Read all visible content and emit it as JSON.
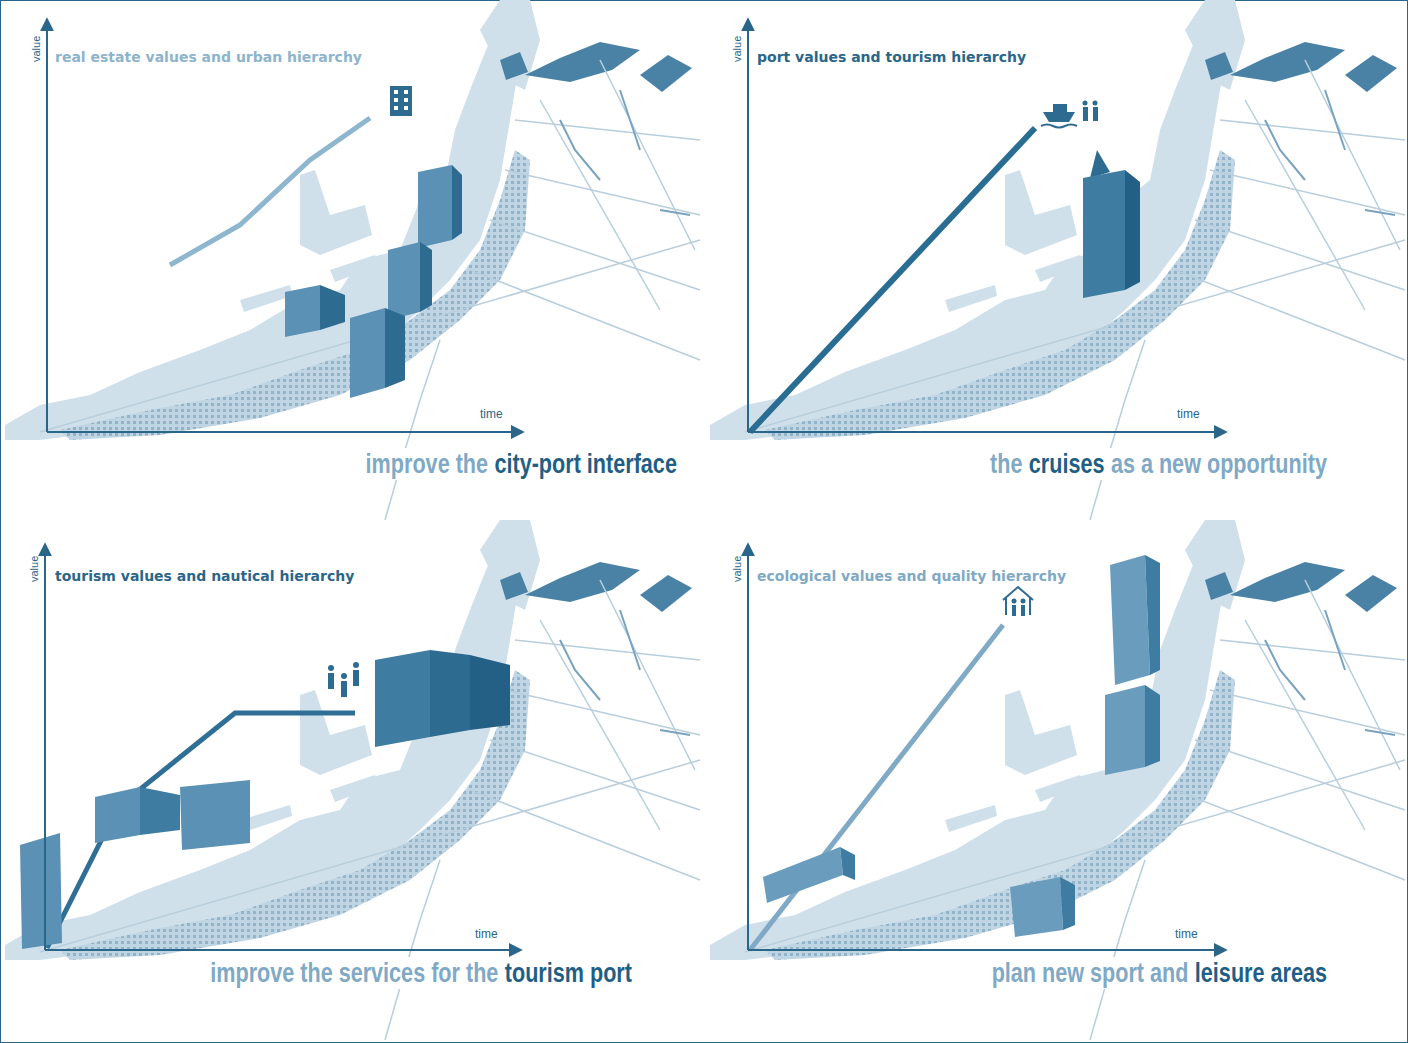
{
  "diagram": {
    "labels": [
      "value",
      "real estate values and urban hierarchy",
      "time",
      "improve the",
      "city-port interface",
      "value",
      "port values and tourism hierarchy",
      "time",
      "the",
      "cruises",
      "as a new opportunity",
      "value",
      "tourism values and nautical hierarchy",
      "time",
      "improve the services for the",
      "tourism port",
      "value",
      "ecological values and quality hierarchy",
      "time",
      "plan new sport and",
      "leisure areas"
    ]
  }
}
